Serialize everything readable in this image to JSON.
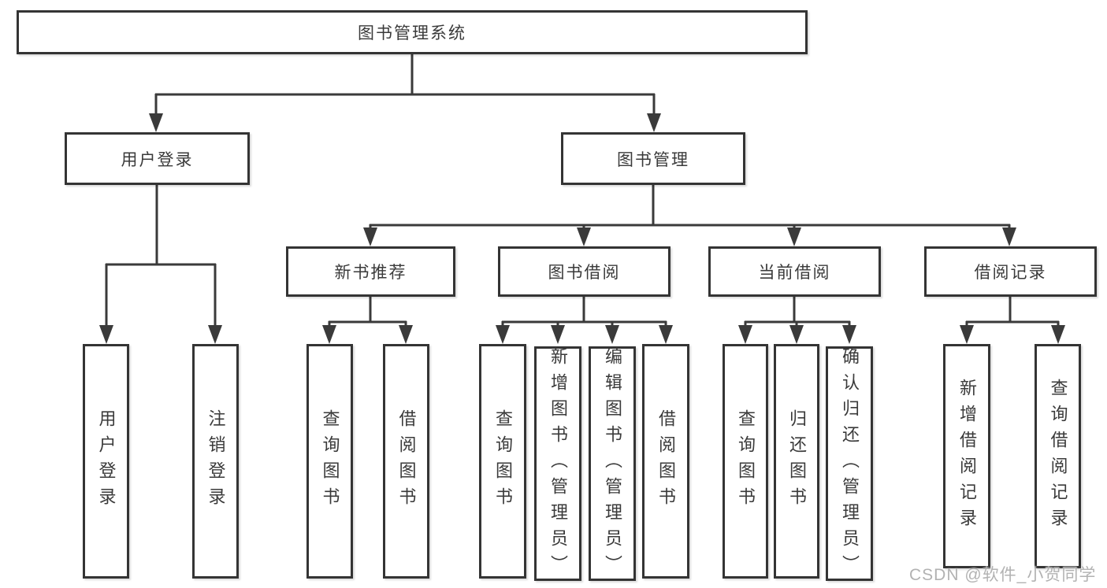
{
  "diagram": {
    "root": {
      "label": "图书管理系统",
      "children": [
        {
          "label": "用户登录",
          "children": [
            {
              "label": "用户登录"
            },
            {
              "label": "注销登录"
            }
          ]
        },
        {
          "label": "图书管理",
          "children": [
            {
              "label": "新书推荐",
              "children": [
                {
                  "label": "查询图书"
                },
                {
                  "label": "借阅图书"
                }
              ]
            },
            {
              "label": "图书借阅",
              "children": [
                {
                  "label": "查询图书"
                },
                {
                  "label": "新增图书（管理员）"
                },
                {
                  "label": "编辑图书（管理员）"
                },
                {
                  "label": "借阅图书"
                }
              ]
            },
            {
              "label": "当前借阅",
              "children": [
                {
                  "label": "查询图书"
                },
                {
                  "label": "归还图书"
                },
                {
                  "label": "确认归还（管理员）"
                }
              ]
            },
            {
              "label": "借阅记录",
              "children": [
                {
                  "label": "新增借阅记录"
                },
                {
                  "label": "查询借阅记录"
                }
              ]
            }
          ]
        }
      ]
    }
  },
  "watermark": {
    "text": "CSDN @软件_小贺同学"
  },
  "colors": {
    "line": "#3a3a3a",
    "box_border": "#343434",
    "text": "#3a3a3a",
    "background": "#ffffff",
    "watermark": "#ababab"
  }
}
